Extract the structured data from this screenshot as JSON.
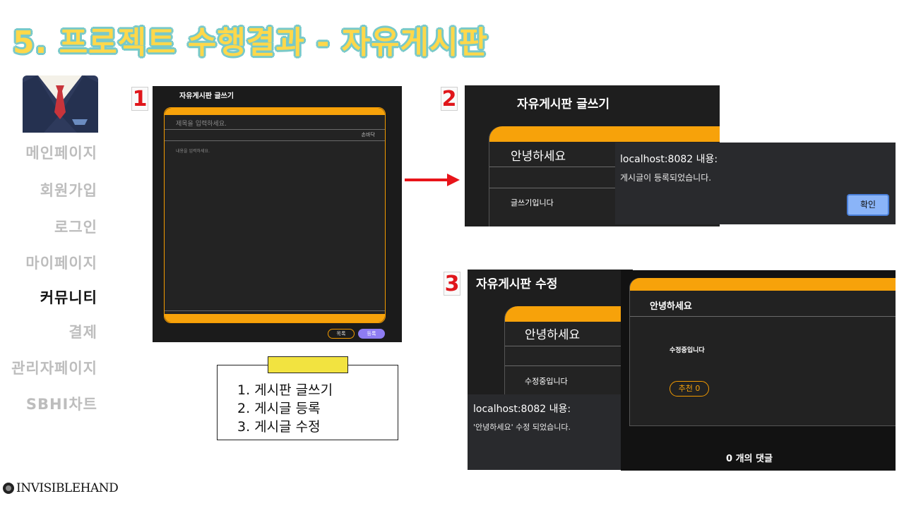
{
  "slide": {
    "title": "5. 프로젝트 수행결과 - 자유게시판"
  },
  "nav": {
    "items": [
      {
        "label": "메인페이지"
      },
      {
        "label": "회원가입"
      },
      {
        "label": "로그인"
      },
      {
        "label": "마이페이지"
      },
      {
        "label": "커뮤니티"
      },
      {
        "label": "결제"
      },
      {
        "label": "관리자페이지"
      },
      {
        "label": "SBHI차트"
      }
    ],
    "active": "커뮤니티"
  },
  "logo": {
    "text": "INVISIBLEHAND"
  },
  "steps": {
    "one": "1",
    "two": "2",
    "three": "3"
  },
  "shot1": {
    "page_title": "자유게시판 글쓰기",
    "title_placeholder": "제목을 입력하세요.",
    "author": "손바닥",
    "content_placeholder": "내용을 입력하세요.",
    "cancel_label": "목록",
    "submit_label": "등록"
  },
  "shot2": {
    "page_title": "자유게시판 글쓰기",
    "post_title": "안녕하세요",
    "post_body": "글쓰기입니다",
    "dialog_origin": "localhost:8082 내용:",
    "dialog_message": "게시글이 등록되었습니다.",
    "ok_label": "확인"
  },
  "shot3": {
    "page_title": "자유게시판 수정",
    "edit_title": "안녕하세요",
    "edit_body": "수정중입니다",
    "dialog_origin": "localhost:8082 내용:",
    "dialog_message": "'안녕하세요' 수정 되었습니다.",
    "post_title": "안녕하세요",
    "post_body": "수정중입니다",
    "recommend_label": "추천 0",
    "comment_count": "0 개의 댓글"
  },
  "legend": {
    "lines": [
      "1.  게시판 글쓰기",
      "2.  게시글 등록",
      "3.  게시글 수정"
    ]
  },
  "colors": {
    "accent_orange": "#f7a20a",
    "title_yellow": "#ffd84a",
    "step_red": "#e0161b",
    "arrow_red": "#e8141a",
    "dialog_button_blue": "#8ab4f8"
  }
}
